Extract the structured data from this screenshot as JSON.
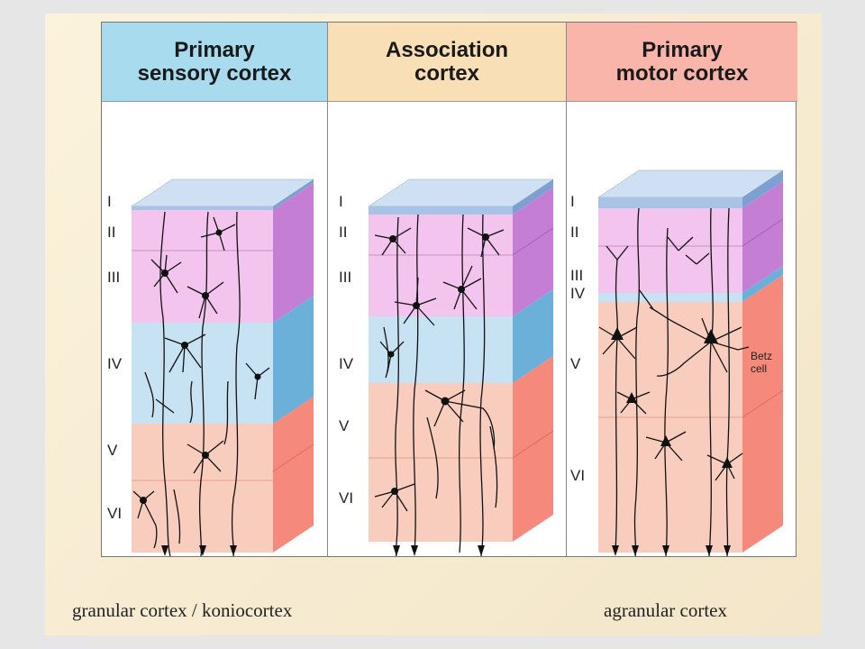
{
  "panels": [
    {
      "title": "Primary\nsensory cortex",
      "header_color": "#a8dbee"
    },
    {
      "title": "Association\ncortex",
      "header_color": "#f8dfb6"
    },
    {
      "title": "Primary\nmotor cortex",
      "header_color": "#f9b5aa"
    }
  ],
  "layer_labels": [
    "I",
    "II",
    "III",
    "IV",
    "V",
    "VI"
  ],
  "betz_label": [
    "Betz",
    "cell"
  ],
  "captions": {
    "left": "granular cortex / koniocortex",
    "right": "agranular cortex"
  },
  "colors": {
    "layer_I": "#a9c3e6",
    "layers_II_III": "#f2c4ee",
    "layer_IV": "#c6e2f3",
    "layers_V_VI": "#f9cdbd",
    "neuron": "#111111"
  }
}
